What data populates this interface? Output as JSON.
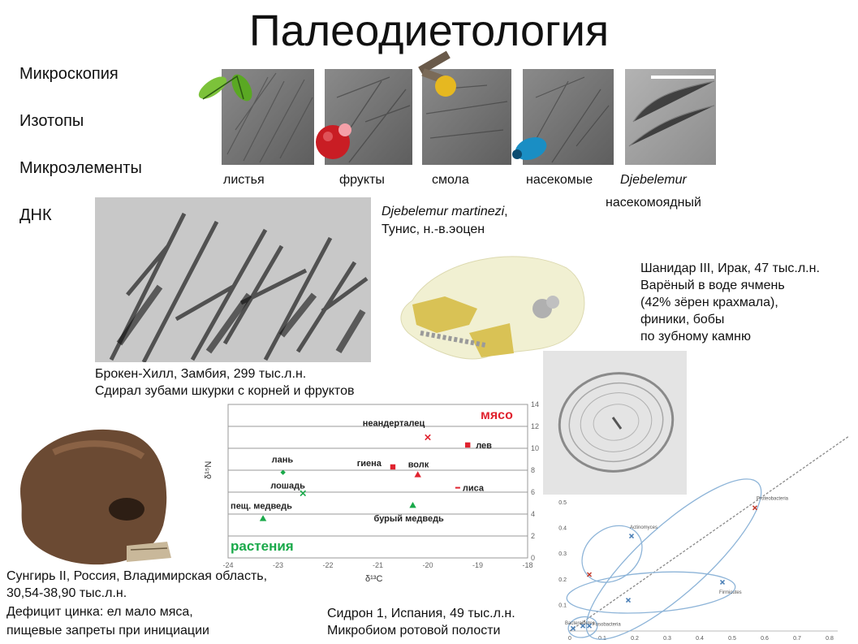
{
  "title": "Палеодиетология",
  "menu": [
    "Микроскопия",
    "Изотопы",
    "Микроэлементы",
    "ДНК"
  ],
  "strip": {
    "labels": [
      "листья",
      "фрукты",
      "смола",
      "насекомые"
    ],
    "species": "Djebelemur",
    "species_diet": "насекомоядный"
  },
  "djebelemur": {
    "species": "Djebelemur martinezi",
    "comma": ",",
    "place": "Тунис, н.-в.эоцен"
  },
  "shanidar": [
    "Шанидар III, Ирак, 47 тыс.л.н.",
    "Варёный в воде ячмень",
    "(42% зёрен крахмала),",
    "финики, бобы",
    "по зубному камню"
  ],
  "broken_hill": [
    "Брокен-Хилл, Замбия, 299 тыс.л.н.",
    "Сдирал зубами шкурки с корней и фруктов"
  ],
  "sungir": [
    "Сунгирь II, Россия, Владимирская область,",
    "30,54-38,90 тыс.л.н.",
    "Дефицит цинка: ел мало мяса,",
    "пищевые запреты при инициации"
  ],
  "sidron": [
    "Сидрон 1, Испания, 49 тыс.л.н.",
    "Микробиом ротовой полости"
  ],
  "colors": {
    "meat": "#e0232f",
    "plants": "#1aa94a",
    "ellipse": "#8db4d8"
  },
  "chart_data": [
    {
      "type": "scatter",
      "xlabel": "δ¹³C",
      "ylabel": "δ¹⁵N",
      "xlim": [
        -24,
        -18
      ],
      "ylim": [
        0,
        14
      ],
      "x_ticks": [
        "-24",
        "-23",
        "-22",
        "-21",
        "-20",
        "-19",
        "-18"
      ],
      "y_ticks": [
        "0",
        "2",
        "4",
        "6",
        "8",
        "10",
        "12",
        "14"
      ],
      "band_meat": "мясо",
      "band_plants": "растения",
      "points": [
        {
          "label": "неандерталец",
          "x": -20.0,
          "y": 11.0,
          "color": "#e0232f",
          "marker": "x"
        },
        {
          "label": "лев",
          "x": -19.2,
          "y": 10.3,
          "color": "#e0232f",
          "marker": "square"
        },
        {
          "label": "гиена",
          "x": -20.7,
          "y": 8.3,
          "color": "#e0232f",
          "marker": "square"
        },
        {
          "label": "волк",
          "x": -20.2,
          "y": 7.6,
          "color": "#e0232f",
          "marker": "triangle"
        },
        {
          "label": "лиса",
          "x": -19.4,
          "y": 6.4,
          "color": "#e0232f",
          "marker": "dash"
        },
        {
          "label": "лань",
          "x": -22.9,
          "y": 7.8,
          "color": "#1aa94a",
          "marker": "diamond"
        },
        {
          "label": "лошадь",
          "x": -22.5,
          "y": 5.9,
          "color": "#1aa94a",
          "marker": "x"
        },
        {
          "label": "пещ. медведь",
          "x": -23.3,
          "y": 3.6,
          "color": "#1aa94a",
          "marker": "triangle"
        },
        {
          "label": "бурый медведь",
          "x": -20.3,
          "y": 4.8,
          "color": "#1aa94a",
          "marker": "triangle"
        }
      ]
    },
    {
      "type": "scatter",
      "xlim": [
        0,
        0.8
      ],
      "ylim": [
        0,
        0.5
      ],
      "x_ticks": [
        "0",
        "0.1",
        "0.2",
        "0.3",
        "0.4",
        "0.5",
        "0.6",
        "0.7",
        "0.8"
      ],
      "y_ticks": [
        "0.1",
        "0.2",
        "0.3",
        "0.4",
        "0.5"
      ],
      "groups": [
        {
          "name": "Proteobacteria",
          "points": [
            [
              0.57,
              0.48
            ]
          ]
        },
        {
          "name": "Actinomyces",
          "points": [
            [
              0.19,
              0.37
            ],
            [
              0.06,
              0.22
            ]
          ]
        },
        {
          "name": "Firmicutes",
          "points": [
            [
              0.47,
              0.19
            ],
            [
              0.18,
              0.12
            ]
          ]
        },
        {
          "name": "Bacteroidetes",
          "points": [
            [
              0.01,
              0.01
            ],
            [
              0.04,
              0.02
            ]
          ]
        },
        {
          "name": "Fusobacteria",
          "points": [
            [
              0.06,
              0.02
            ]
          ]
        }
      ]
    }
  ]
}
